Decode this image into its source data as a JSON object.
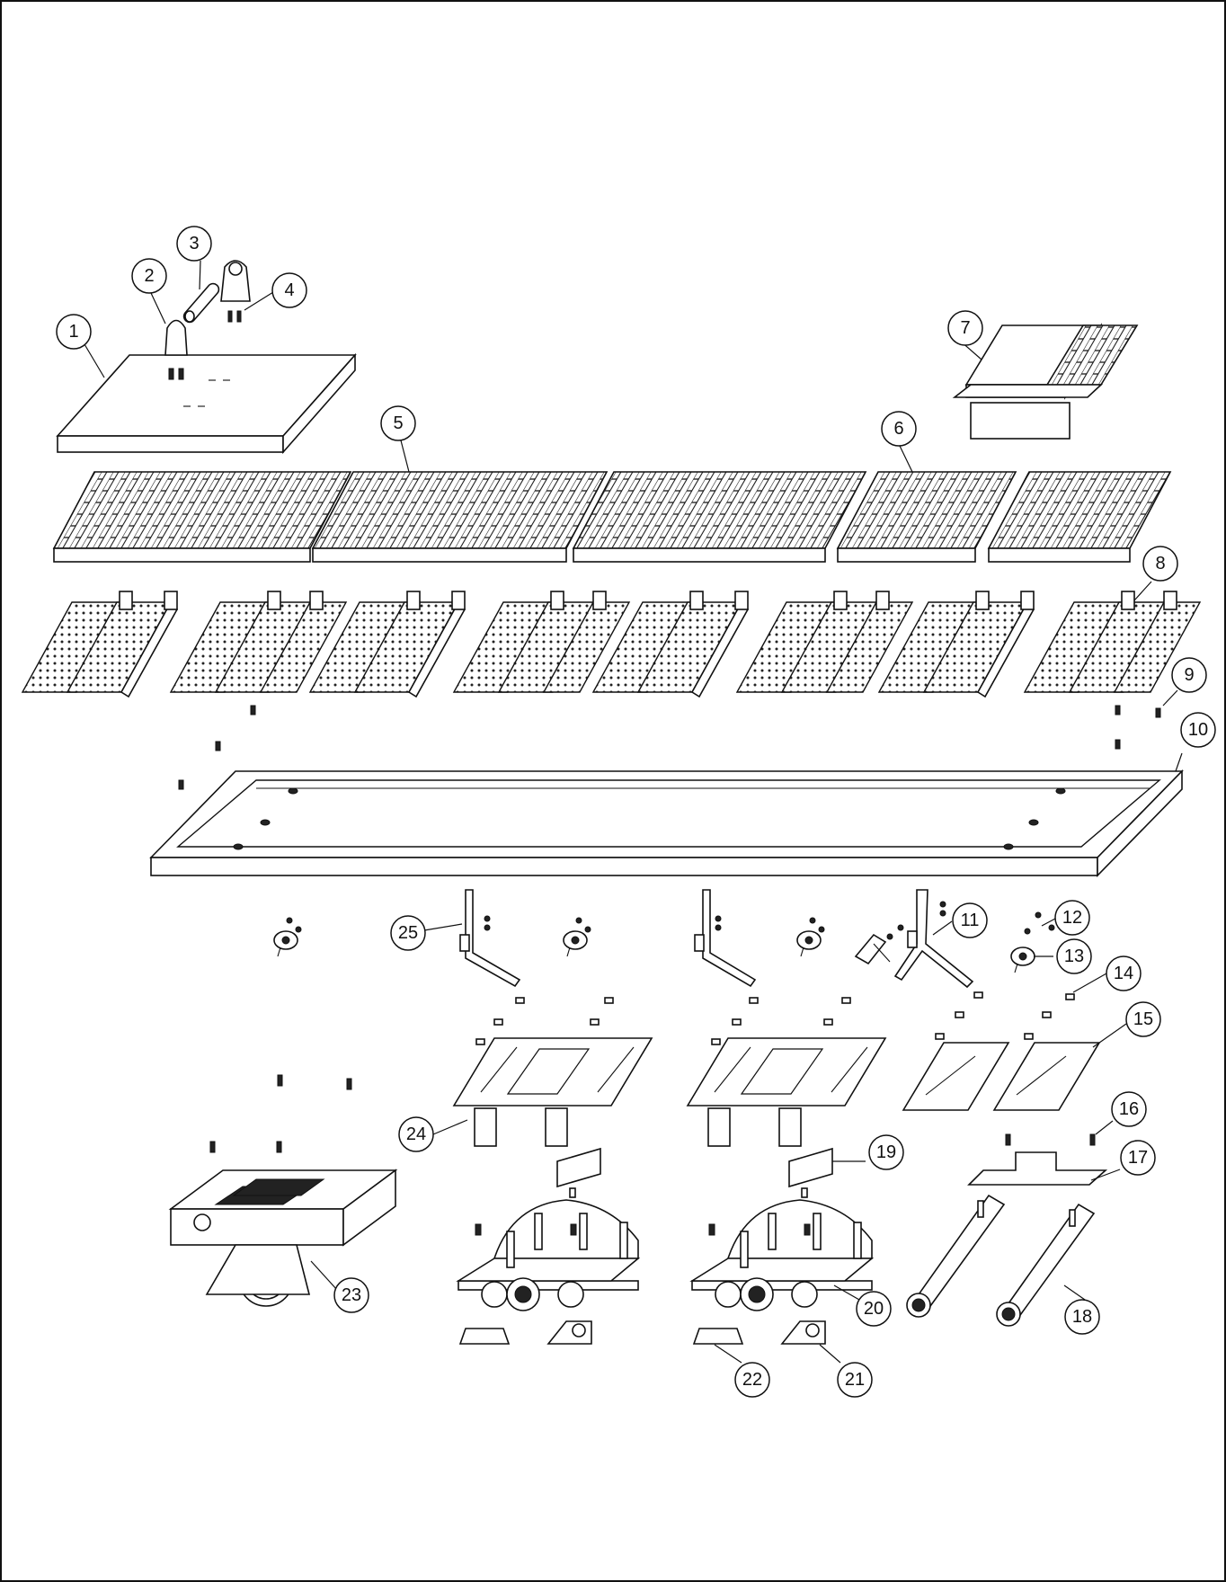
{
  "figure": {
    "type": "exploded parts diagram",
    "callouts": [
      "1",
      "2",
      "3",
      "4",
      "5",
      "6",
      "7",
      "8",
      "9",
      "10",
      "11",
      "12",
      "13",
      "14",
      "15",
      "16",
      "17",
      "18",
      "19",
      "20",
      "21",
      "22",
      "23",
      "24",
      "25"
    ]
  }
}
